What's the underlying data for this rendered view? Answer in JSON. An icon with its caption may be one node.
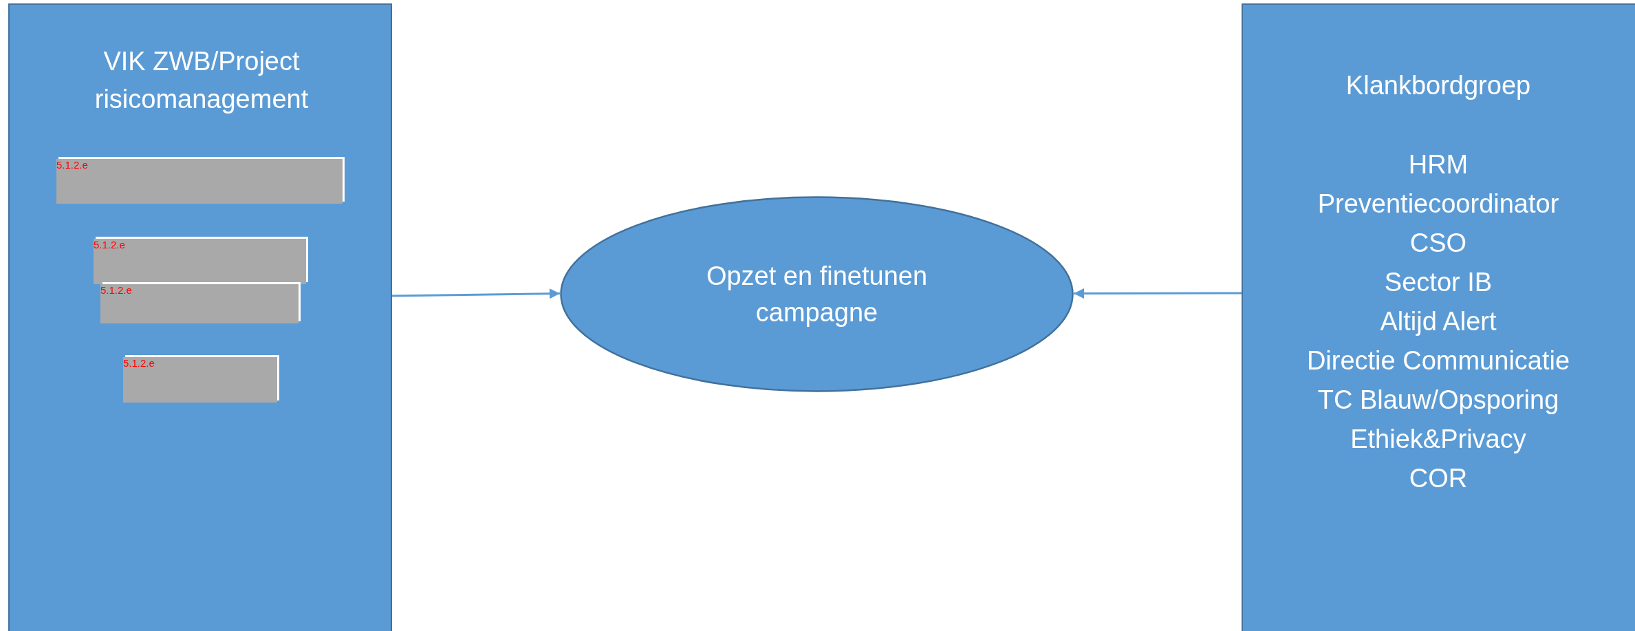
{
  "diagram": {
    "nodes": [
      {
        "text": [
          "VIK ZWB/Project risicomanagement"
        ]
      },
      {
        "text": [
          "5.1.2.e"
        ],
        "in": 0
      },
      {
        "text": [
          "5.1.2.e"
        ],
        "in": 0
      },
      {
        "text": [
          "5.1.2.e"
        ],
        "in": 0
      },
      {
        "text": [
          "5.1.2.e"
        ],
        "in": 0
      },
      {
        "text": [
          "Opzet en finetunen campagne"
        ]
      },
      {
        "text": [
          "Klankbordgroep",
          "HRM",
          "Preventiecoordinator",
          "CSO",
          "Sector IB",
          "Altijd Alert",
          "Directie Communicatie",
          "TC Blauw/Opsporing",
          "Ethiek&Privacy",
          "COR"
        ]
      }
    ],
    "edges": [
      {
        "from": 0,
        "to": 5,
        "arrow": "to"
      },
      {
        "from": 6,
        "to": 5,
        "arrow": "to"
      }
    ]
  }
}
